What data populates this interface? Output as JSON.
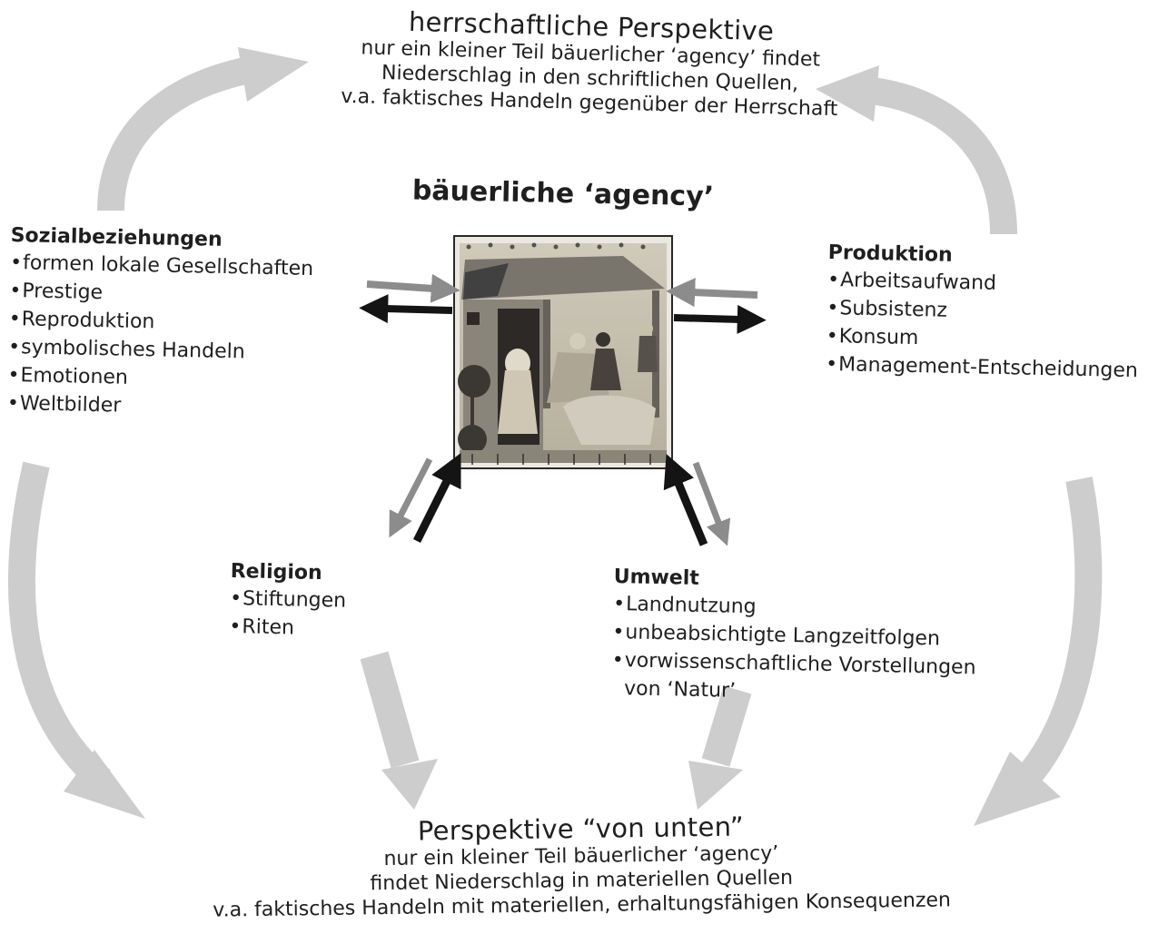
{
  "top": {
    "title": "herrschaftliche Perspektive",
    "lines": [
      "nur ein kleiner Teil bäuerlicher ‘agency’ findet",
      "Niederschlag in den schriftlichen Quellen,",
      "v.a. faktisches Handeln gegenüber der Herrschaft"
    ]
  },
  "center": {
    "title": "bäuerliche ‘agency’"
  },
  "sozial": {
    "heading": "Sozialbeziehungen",
    "items": [
      "formen lokale Gesellschaften",
      "Prestige",
      "Reproduktion",
      "symbolisches Handeln",
      "Emotionen",
      "Weltbilder"
    ]
  },
  "produktion": {
    "heading": "Produktion",
    "items": [
      "Arbeitsaufwand",
      "Subsistenz",
      "Konsum",
      "Management-Entscheidungen"
    ]
  },
  "religion": {
    "heading": "Religion",
    "items": [
      "Stiftungen",
      "Riten"
    ]
  },
  "umwelt": {
    "heading": "Umwelt",
    "items": [
      "Landnutzung",
      "unbeabsichtigte Langzeitfolgen",
      "vorwissenschaftliche Vorstellungen"
    ],
    "continuation": "von ‘Natur’"
  },
  "bottom": {
    "title": "Perspektive “von unten”",
    "lines": [
      "nur ein kleiner Teil bäuerlicher ‘agency’",
      "findet Niederschlag in materiellen Quellen",
      "v.a. faktisches Handeln mit materiellen, erhaltungsfähigen Konsequenzen"
    ]
  },
  "colors": {
    "big_arrow": "#cdcdcd",
    "dark_arrow": "#141414",
    "grey_arrow": "#8c8c8c",
    "text": "#1f1f1f"
  }
}
